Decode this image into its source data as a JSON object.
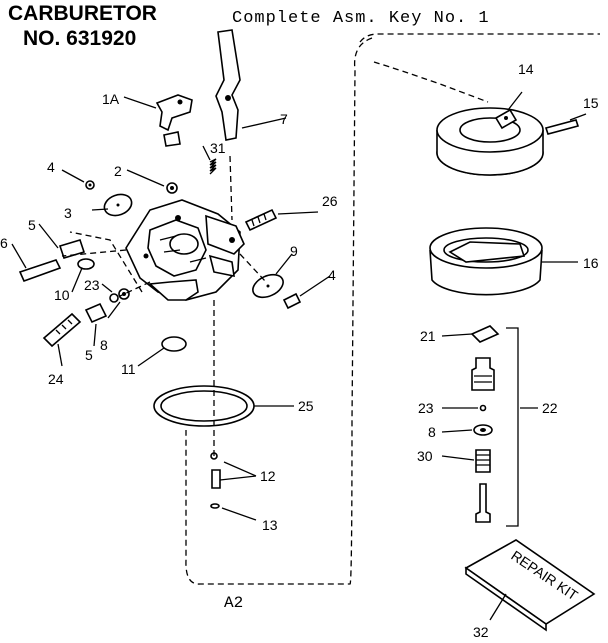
{
  "header": {
    "title_line1": "CARBURETOR",
    "title_line2": "NO. 631920",
    "assembly_text": "Complete Asm. Key No. 1"
  },
  "callouts": {
    "k1A": "1A",
    "k2": "2",
    "k3": "3",
    "k4a": "4",
    "k4b": "4",
    "k5a": "5",
    "k5b": "5",
    "k6": "6",
    "k7": "7",
    "k8a": "8",
    "k8b": "8",
    "k9": "9",
    "k10": "10",
    "k11": "11",
    "k12": "12",
    "k13": "13",
    "k14": "14",
    "k15": "15",
    "k16": "16",
    "k21": "21",
    "k22": "22",
    "k23a": "23",
    "k23b": "23",
    "k24": "24",
    "k25": "25",
    "k26": "26",
    "k30": "30",
    "k31": "31",
    "k32": "32",
    "kA2": "A2"
  },
  "repair_kit_label": "REPAIR KIT"
}
